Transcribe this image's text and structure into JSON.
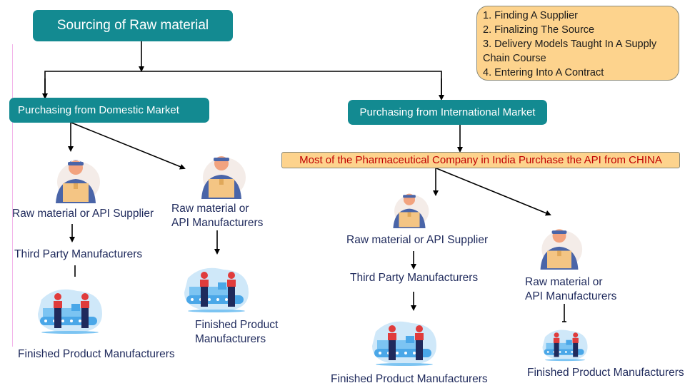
{
  "title": "Sourcing of Raw material",
  "note": {
    "items": [
      "1. Finding A Supplier",
      "2. Finalizing The Source",
      "3. Delivery Models Taught In A Supply",
      "Chain Course",
      "4. Entering Into A Contract"
    ]
  },
  "domestic": {
    "header": "Purchasing from Domestic Market",
    "supplier": "Raw material or API Supplier",
    "third_party": "Third Party Manufacturers",
    "finished_left": "Finished Product Manufacturers",
    "manufacturers_line1": "Raw material or",
    "manufacturers_line2": "API Manufacturers",
    "finished_right_line1": "Finished Product",
    "finished_right_line2": "Manufacturers"
  },
  "international": {
    "header": "Purchasing from International Market",
    "note": "Most of the Pharmaceutical Company in India Purchase the API from CHINA",
    "supplier": "Raw material or API Supplier",
    "third_party": "Third Party Manufacturers",
    "finished_left": "Finished Product Manufacturers",
    "manufacturers_line1": "Raw material or",
    "manufacturers_line2": "API Manufacturers",
    "finished_right": "Finished Product Manufacturers"
  },
  "colors": {
    "teal": "#138a91",
    "note_fill": "#fdd38d",
    "highlight_text": "#c00000",
    "label_text": "#1f2a5c"
  }
}
